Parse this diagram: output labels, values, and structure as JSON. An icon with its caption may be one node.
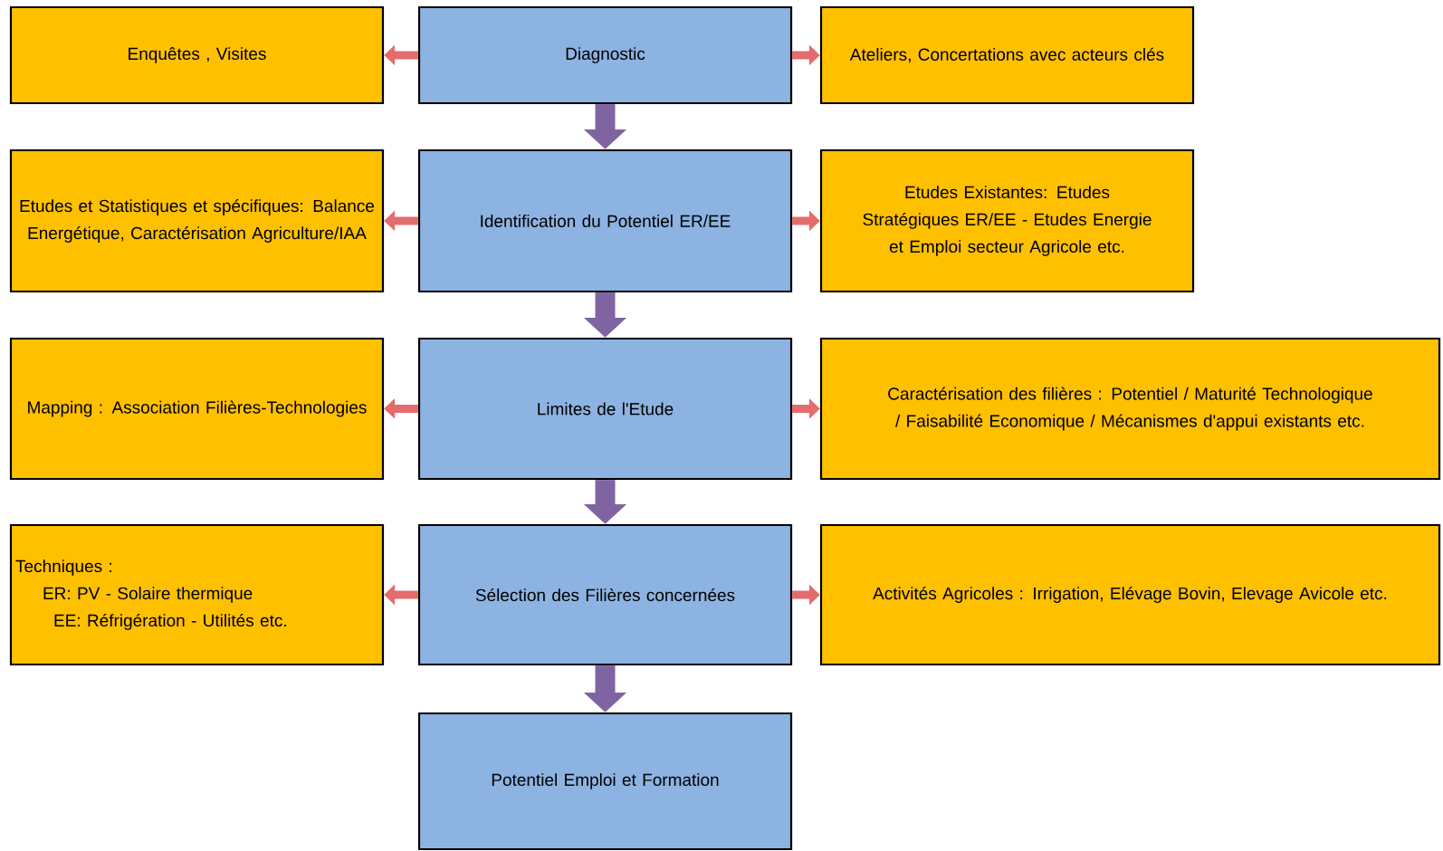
{
  "diagram": {
    "nodes": [
      {
        "text": [
          "Enquêtes , Visites"
        ]
      },
      {
        "text": [
          "Diagnostic"
        ]
      },
      {
        "text": [
          "Ateliers, Concertations avec acteurs clés"
        ]
      },
      {
        "text": [
          "Etudes et Statistiques et spécifiques: Balance Energétique, Caractérisation Agriculture/IAA"
        ]
      },
      {
        "text": [
          "Identification du Potentiel ER/EE"
        ]
      },
      {
        "text": [
          "Etudes Existantes: Etudes Stratégiques ER/EE - Etudes Energie et Emploi secteur Agricole etc."
        ]
      },
      {
        "text": [
          "Mapping : Association Filières-Technologies"
        ]
      },
      {
        "text": [
          "Limites de l'Etude"
        ]
      },
      {
        "text": [
          "Caractérisation des filières : Potentiel / Maturité Technologique / Faisabilité Economique / Mécanismes d'appui existants etc."
        ]
      },
      {
        "text": [
          "Techniques :",
          "ER: PV - Solaire thermique",
          "EE: Réfrigération - Utilités etc."
        ]
      },
      {
        "text": [
          "Sélection des Filières concernées"
        ]
      },
      {
        "text": [
          "Activités Agricoles : Irrigation, Elévage Bovin, Elevage Avicole etc."
        ]
      },
      {
        "text": [
          "Potentiel Emploi et Formation"
        ]
      }
    ],
    "edges": [
      {
        "from": 1,
        "to": 0,
        "arrow": "to"
      },
      {
        "from": 1,
        "to": 2,
        "arrow": "to"
      },
      {
        "from": 1,
        "to": 4,
        "arrow": "to",
        "style": "thick",
        "color": "#8064a2"
      },
      {
        "from": 4,
        "to": 3,
        "arrow": "to"
      },
      {
        "from": 4,
        "to": 5,
        "arrow": "to"
      },
      {
        "from": 4,
        "to": 7,
        "arrow": "to",
        "style": "thick",
        "color": "#8064a2"
      },
      {
        "from": 7,
        "to": 6,
        "arrow": "to"
      },
      {
        "from": 7,
        "to": 8,
        "arrow": "to"
      },
      {
        "from": 7,
        "to": 10,
        "arrow": "to",
        "style": "thick",
        "color": "#8064a2"
      },
      {
        "from": 10,
        "to": 9,
        "arrow": "to"
      },
      {
        "from": 10,
        "to": 11,
        "arrow": "to"
      },
      {
        "from": 10,
        "to": 12,
        "arrow": "to",
        "style": "thick",
        "color": "#8064a2"
      }
    ]
  }
}
